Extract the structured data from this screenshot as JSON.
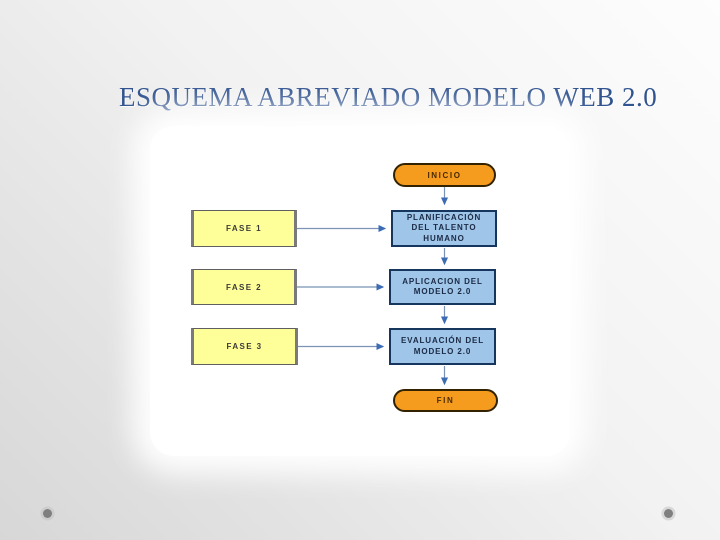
{
  "slide": {
    "title": "ESQUEMA ABREVIADO MODELO WEB 2.0"
  },
  "flowchart": {
    "start": {
      "label": "INICIO"
    },
    "end": {
      "label": "FIN"
    },
    "steps": [
      {
        "lines": [
          "PLANIFICACIÓN",
          "DEL TALENTO",
          "HUMANO"
        ]
      },
      {
        "lines": [
          "APLICACION DEL",
          "MODELO 2.0"
        ]
      },
      {
        "lines": [
          "EVALUACIÓN DEL",
          "MODELO 2.0"
        ]
      }
    ],
    "phases": [
      {
        "label": "FASE 1"
      },
      {
        "label": "FASE 2"
      },
      {
        "label": "FASE 3"
      }
    ],
    "connections": [
      "INICIO → PLANIFICACIÓN DEL TALENTO HUMANO",
      "PLANIFICACIÓN DEL TALENTO HUMANO → APLICACION DEL MODELO 2.0",
      "APLICACION DEL MODELO 2.0 → EVALUACIÓN DEL MODELO 2.0",
      "EVALUACIÓN DEL MODELO 2.0 → FIN",
      "FASE 1 → PLANIFICACIÓN DEL TALENTO HUMANO",
      "FASE 2 → APLICACION DEL MODELO 2.0",
      "FASE 3 → EVALUACIÓN DEL MODELO 2.0"
    ]
  },
  "decorations": {
    "left_icon": "bullet-dot",
    "right_icon": "bullet-dot"
  },
  "colors": {
    "title_text": "#31538F",
    "terminal_fill": "#F59C1F",
    "step_fill": "#9FC5E8",
    "step_border": "#17365D",
    "phase_fill": "#FFFF99",
    "arrow_line": "#7B94B5",
    "arrow_head": "#3C6CB4",
    "background_light": "#FDFDFD",
    "background_dark": "#D7D7D7"
  }
}
